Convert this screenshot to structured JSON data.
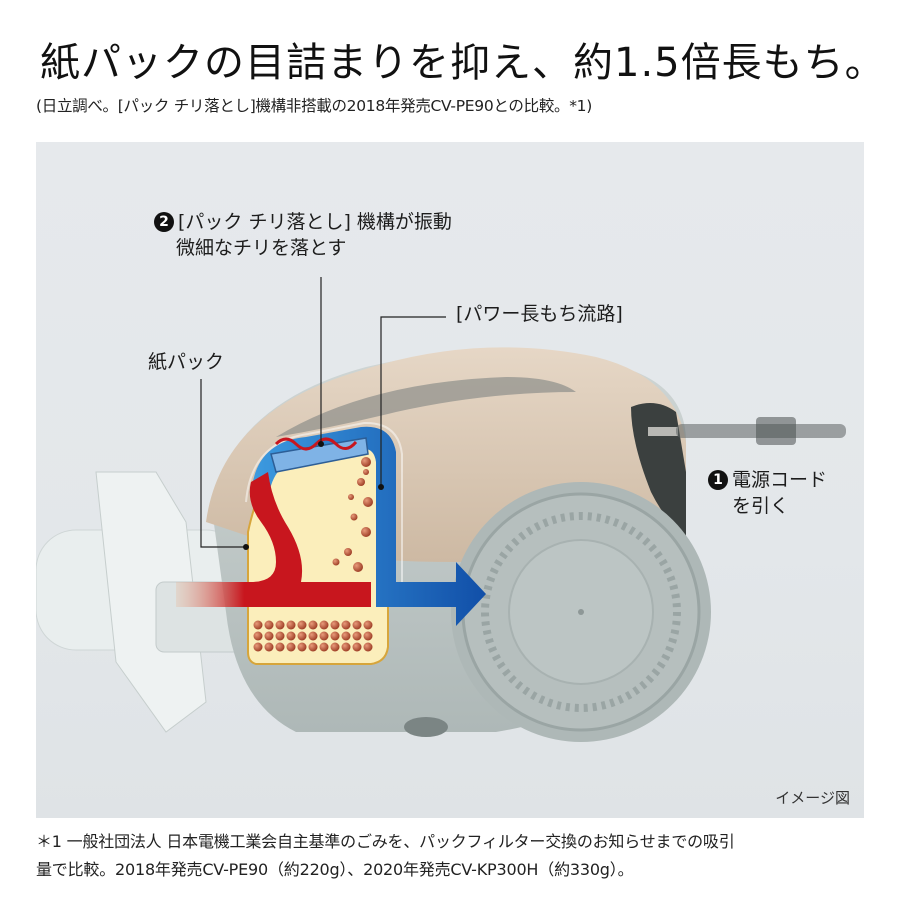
{
  "headline": "紙パックの目詰まりを抑え、約1.5倍長もち。",
  "subnote": "(日立調べ。[パック チリ落とし]機構非搭載の2018年発売CV-PE90との比較。*1)",
  "illustration": {
    "callout_2": {
      "badge": "2",
      "line1": "[パック チリ落とし] 機構が振動",
      "line2": "微細なチリを落とす"
    },
    "callout_airflow": "[パワー長もち流路]",
    "callout_paperpack": "紙パック",
    "callout_1": {
      "badge": "1",
      "line1": "電源コード",
      "line2": "を引く"
    },
    "caption": "イメージ図",
    "colors": {
      "panel_bg": "#e4e8eb",
      "intake_flow": "#c8161e",
      "exhaust_flow": "#1f6fc4",
      "dust_bag": "#fbeebb",
      "dust_particles": "#b5462c",
      "body_beige": "#d8c6b2",
      "body_gray": "#b9c2c1"
    }
  },
  "footnote": {
    "line1": "＊1  一般社団法人 日本電機工業会自主基準のごみを、パックフィルター交換のお知らせまでの吸引",
    "line2": "量で比較。2018年発売CV-PE90（約220g）、2020年発売CV-KP300H（約330g）。"
  }
}
